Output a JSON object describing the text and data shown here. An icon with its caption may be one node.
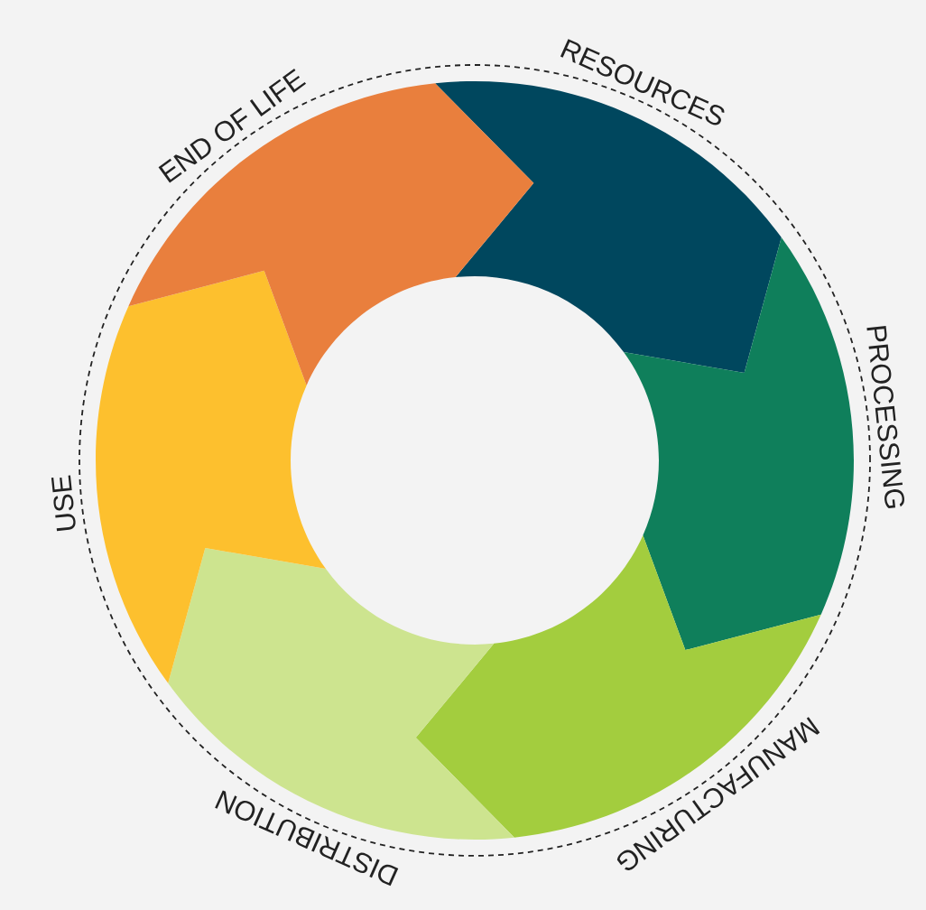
{
  "diagram": {
    "nodes": [
      {
        "text": [
          "RESOURCES"
        ]
      },
      {
        "text": [
          "PROCESSING"
        ]
      },
      {
        "text": [
          "MANUFACTURING"
        ]
      },
      {
        "text": [
          "DISTRIBUTION"
        ]
      },
      {
        "text": [
          "USE"
        ]
      },
      {
        "text": [
          "END OF LIFE"
        ]
      }
    ]
  }
}
